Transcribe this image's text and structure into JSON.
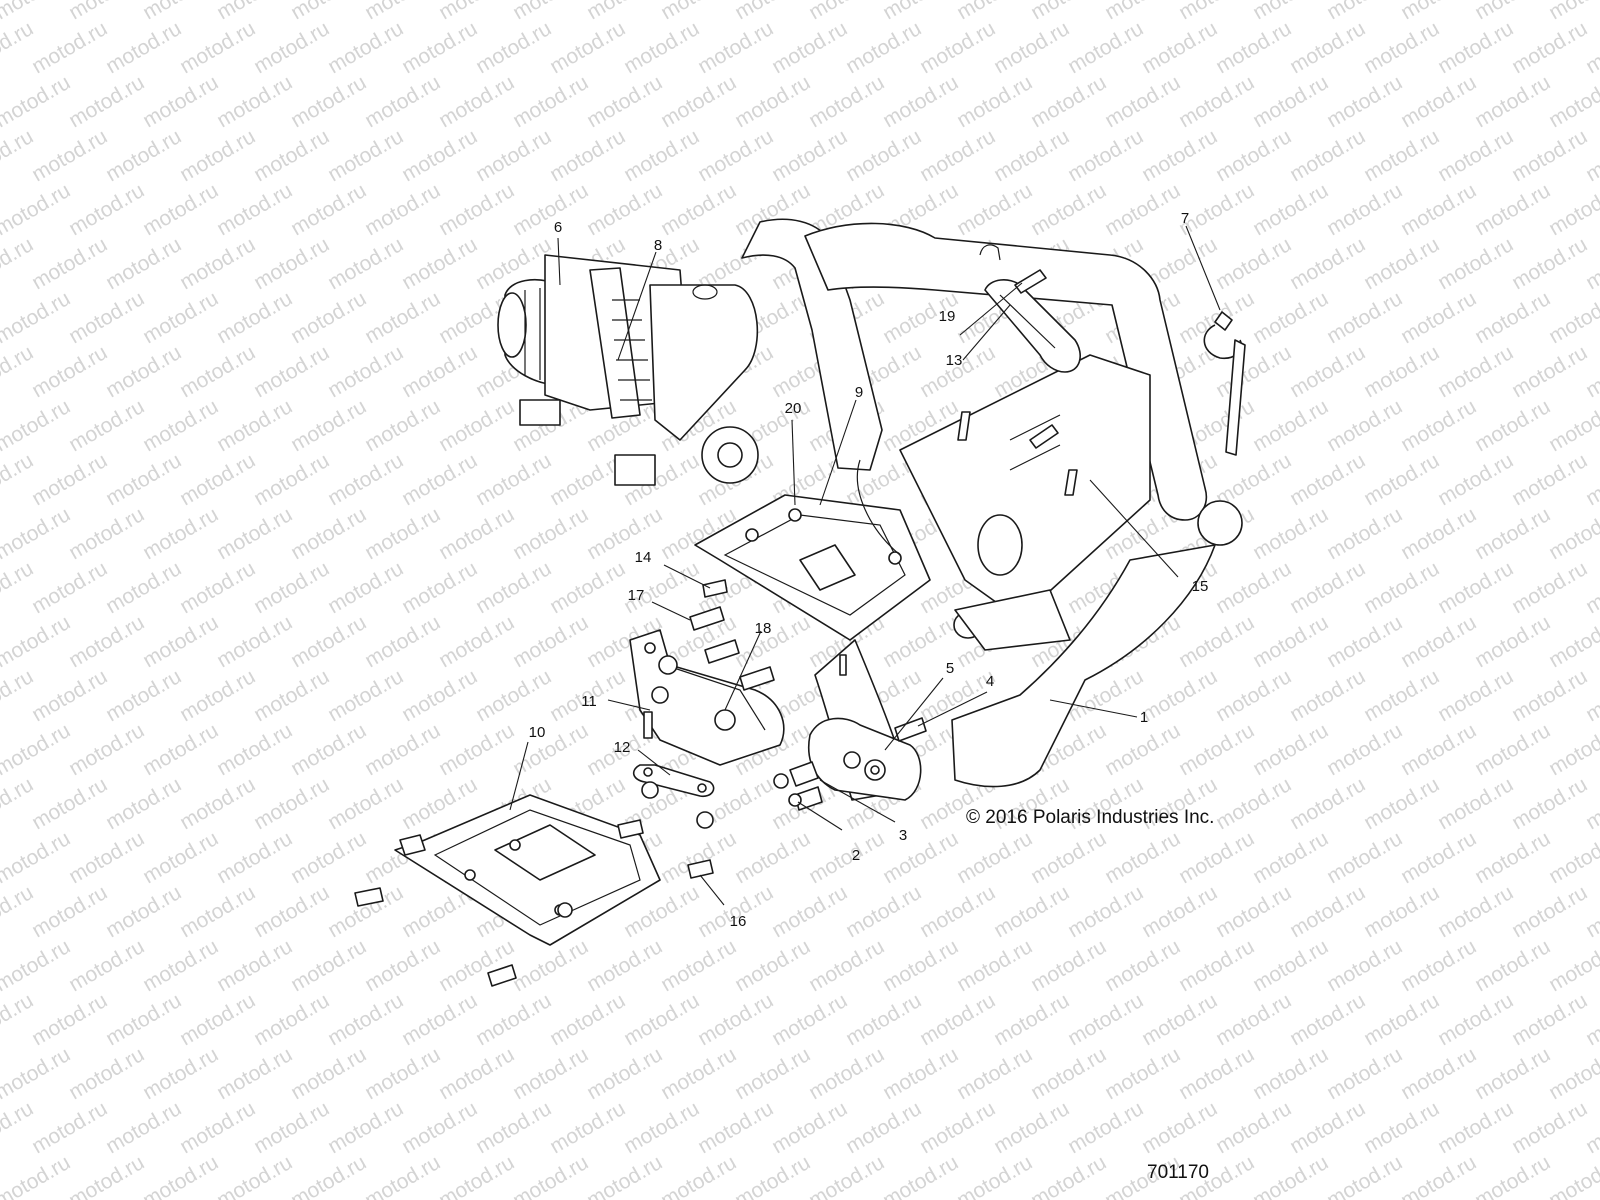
{
  "watermark": "motod.ru",
  "copyright": "© 2016 Polaris Industries Inc.",
  "drawing_number": "701170",
  "callouts": [
    "1",
    "2",
    "3",
    "4",
    "5",
    "6",
    "7",
    "8",
    "9",
    "10",
    "11",
    "12",
    "13",
    "14",
    "15",
    "16",
    "17",
    "18",
    "19",
    "20"
  ]
}
